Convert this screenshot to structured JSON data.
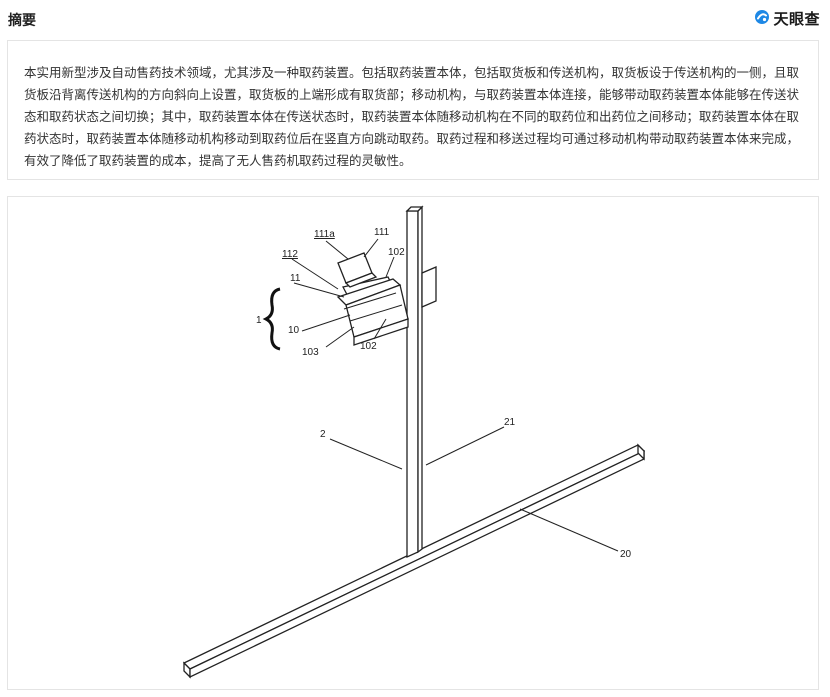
{
  "header": {
    "title": "摘要",
    "logo_text": "天眼查",
    "logo_icon": "tianyancha-logo-icon"
  },
  "abstract": {
    "text": "本实用新型涉及自动售药技术领域，尤其涉及一种取药装置。包括取药装置本体，包括取货板和传送机构，取货板设于传送机构的一侧，且取货板沿背离传送机构的方向斜向上设置，取货板的上端形成有取货部；移动机构，与取药装置本体连接，能够带动取药装置本体能够在传送状态和取药状态之间切换；其中，取药装置本体在传送状态时，取药装置本体随移动机构在不同的取药位和出药位之间移动；取药装置本体在取药状态时，取药装置本体随移动机构移动到取药位后在竖直方向跳动取药。取药过程和移送过程均可通过移动机构带动取药装置本体来完成，有效了降低了取药装置的成本，提高了无人售药机取药过程的灵敏性。"
  },
  "figure": {
    "labels": {
      "l111a": "111a",
      "l111": "111",
      "l102a": "102",
      "l112": "112",
      "l11": "11",
      "l1": "1",
      "l10": "10",
      "l103": "103",
      "l102b": "102",
      "l2": "2",
      "l21": "21",
      "l20": "20"
    }
  }
}
